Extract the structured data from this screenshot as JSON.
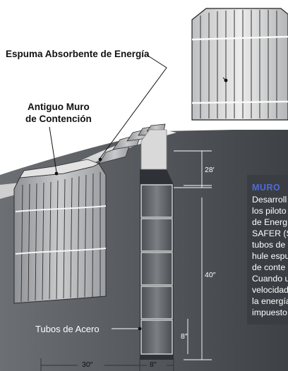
{
  "labels": {
    "foam": "Espuma Absorbente de Energía",
    "wall_line1": "Antiguo Muro",
    "wall_line2": "de Contención",
    "tubes": "Tubos de Acero"
  },
  "dimensions": {
    "depth": "28′",
    "height": "40″",
    "spacing": "8″",
    "bottom_width": "30″",
    "bottom_gap": "8″"
  },
  "panel": {
    "title": "MURO",
    "lines": [
      "Desarroll",
      "los piloto",
      "de Energ",
      "SAFER (S",
      "tubos de",
      "hule espu",
      "de conte",
      "Cuando u",
      "velocidad",
      "la energía",
      "impuesto"
    ]
  },
  "colors": {
    "panel_background": "#3a3e42",
    "panel_title": "#4f6bd8",
    "foam_block": "#d9d9d9",
    "steel": "#5b5f63"
  }
}
